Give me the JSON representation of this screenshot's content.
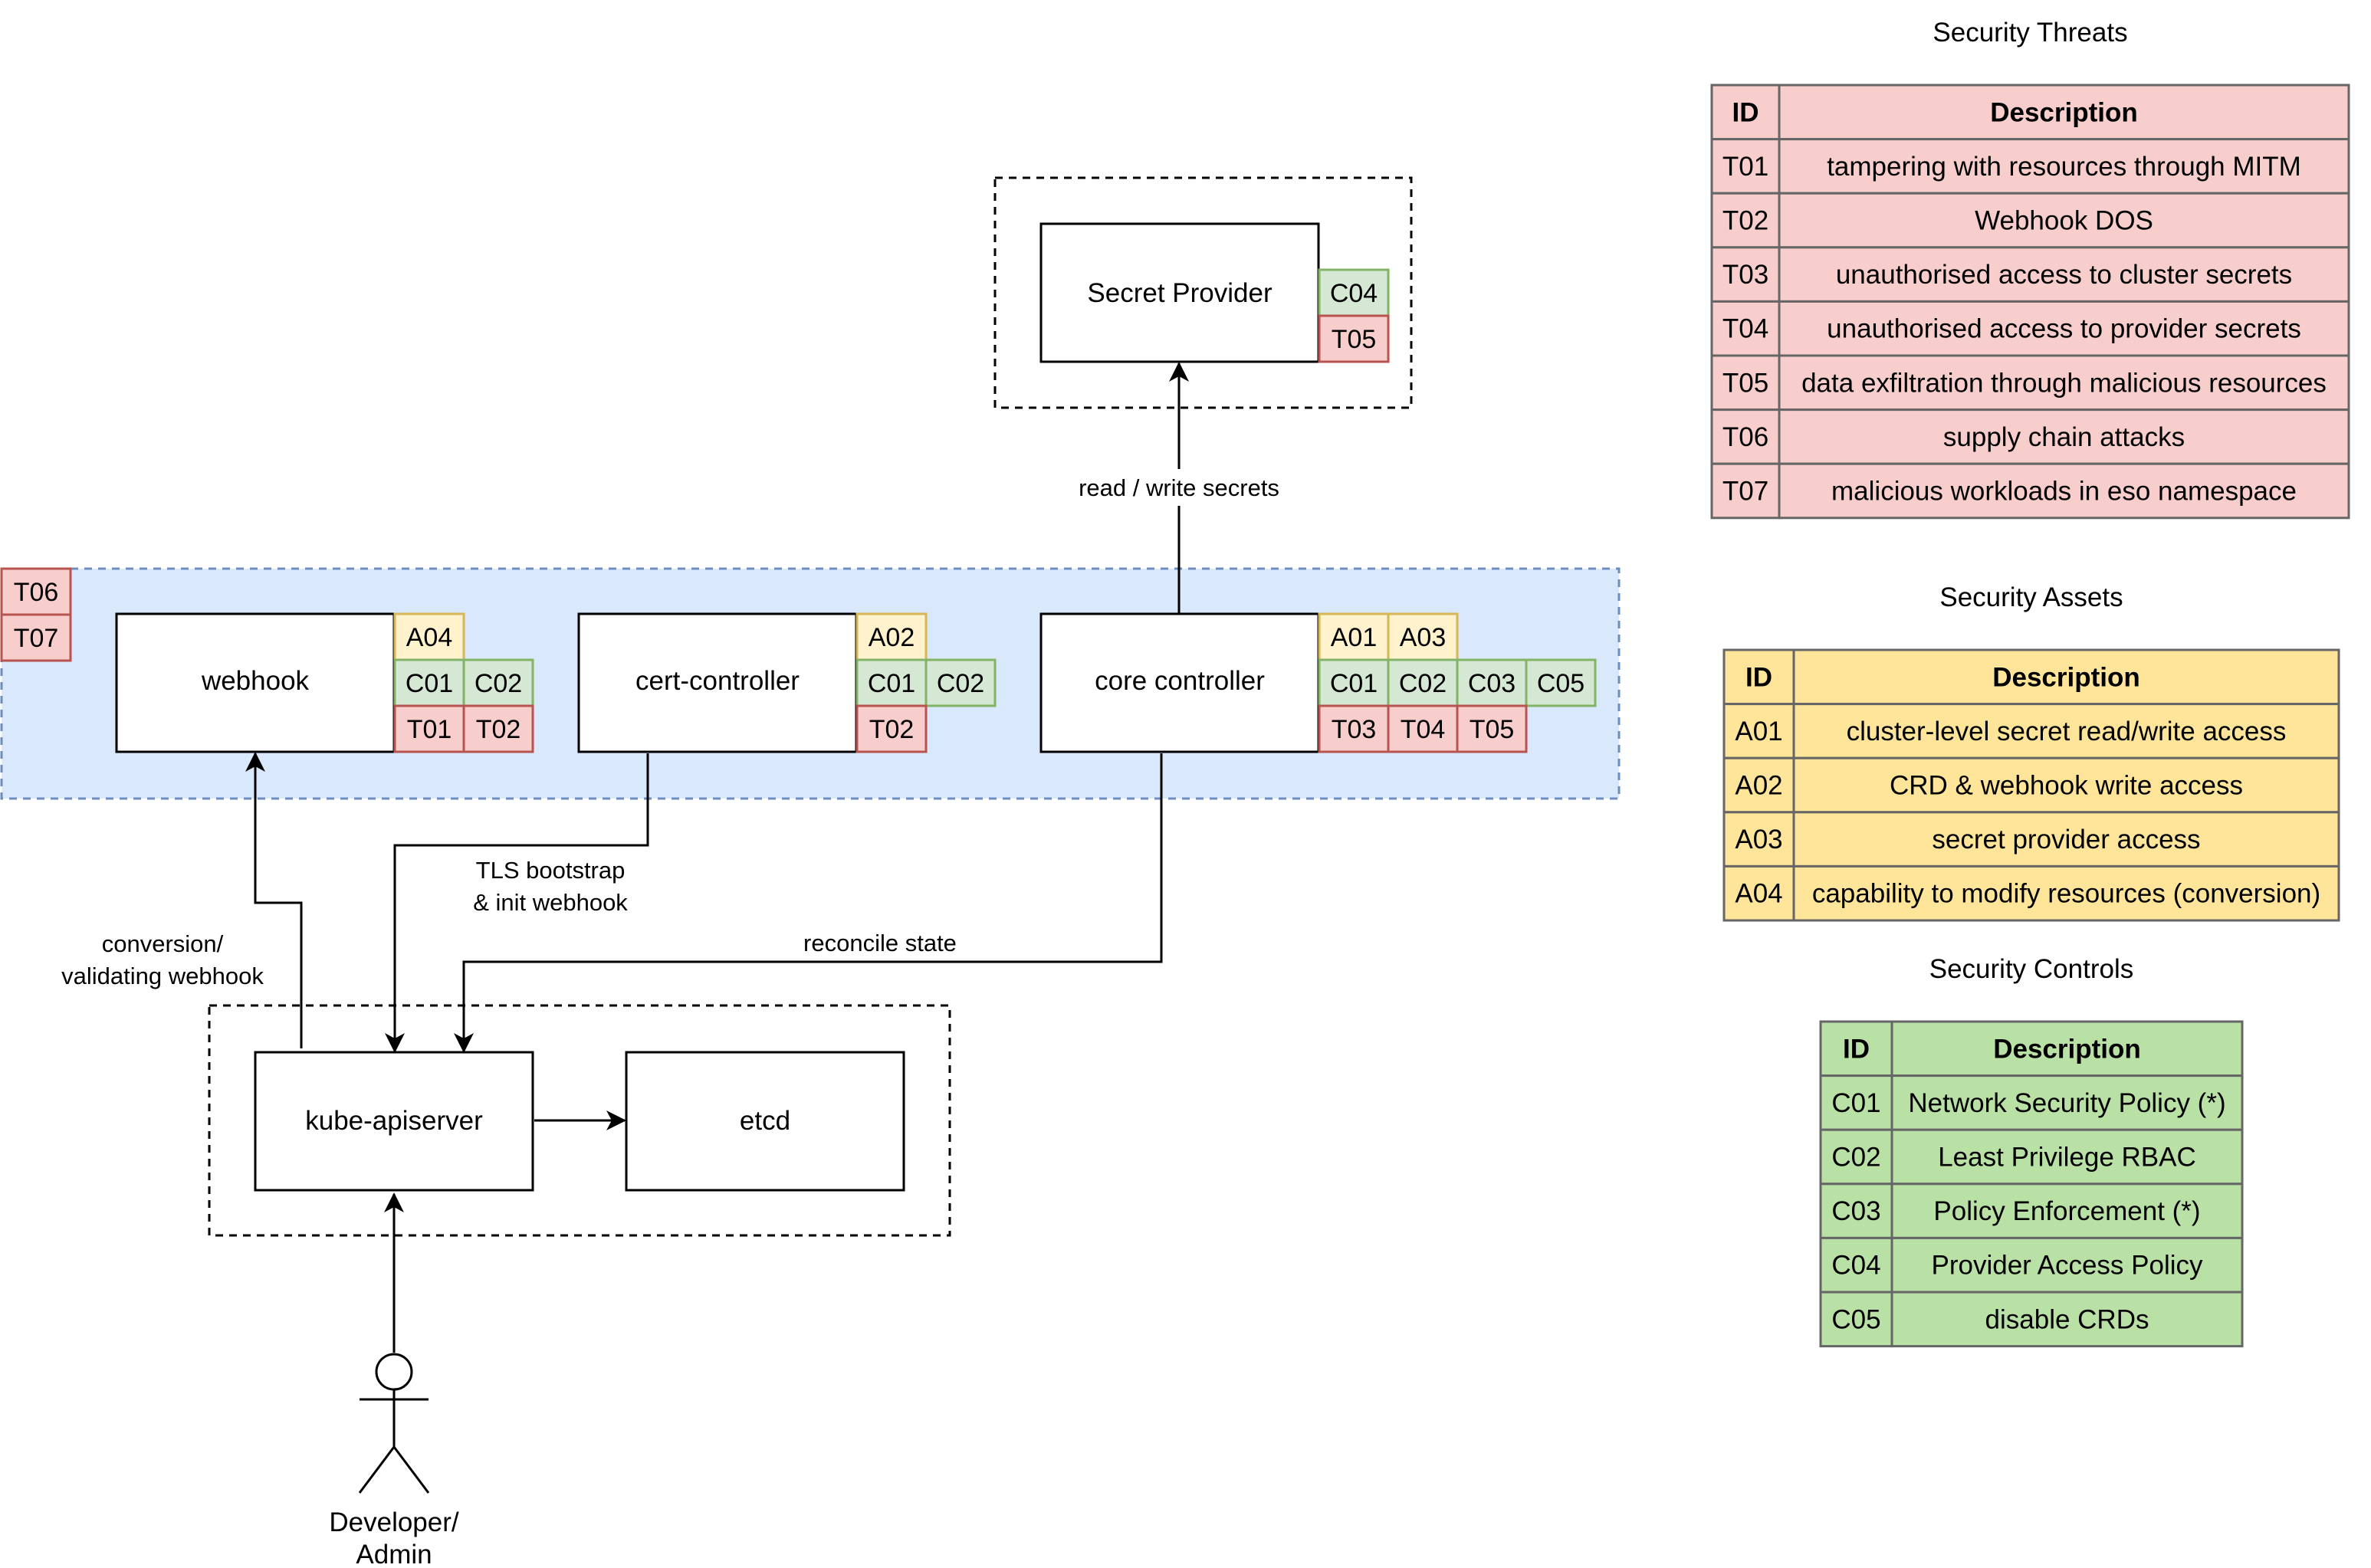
{
  "colors": {
    "threat_fill": "#f8cecc",
    "threat_stroke": "#b85450",
    "asset_fill": "#fff2cc",
    "asset_stroke": "#d6b656",
    "control_fill": "#d5e8d4",
    "control_stroke": "#82b366",
    "zone_fill": "#dae8fc",
    "zone_stroke": "#6c8ebf",
    "threat_table_fill": "#f8cecc",
    "threat_table_stroke": "#666666",
    "asset_table_fill": "#ffe599",
    "asset_table_stroke": "#666666",
    "control_table_fill": "#b9e0a5",
    "control_table_stroke": "#666666"
  },
  "nodes": {
    "secret_provider": "Secret Provider",
    "webhook": "webhook",
    "cert_controller": "cert-controller",
    "core_controller": "core controller",
    "kube_apiserver": "kube-apiserver",
    "etcd": "etcd",
    "actor_line1": "Developer/",
    "actor_line2": "Admin"
  },
  "edges": {
    "read_write": "read / write secrets",
    "tls_line1": "TLS bootstrap",
    "tls_line2": "& init webhook",
    "reconcile": "reconcile state",
    "conversion_line1": "conversion/",
    "conversion_line2": "validating webhook"
  },
  "tags": {
    "provider": [
      "C04",
      "T05"
    ],
    "namespace": [
      "T06",
      "T07"
    ],
    "webhook": [
      "A04",
      "C01",
      "C02",
      "T01",
      "T02"
    ],
    "cert_controller": [
      "A02",
      "C01",
      "C02",
      "T02"
    ],
    "core_controller": [
      "A01",
      "A03",
      "C01",
      "C02",
      "C03",
      "C05",
      "T03",
      "T04",
      "T05"
    ]
  },
  "tables": {
    "threats": {
      "title": "Security Threats",
      "header": [
        "ID",
        "Description"
      ],
      "rows": [
        [
          "T01",
          "tampering with resources through MITM"
        ],
        [
          "T02",
          "Webhook DOS"
        ],
        [
          "T03",
          "unauthorised access to cluster secrets"
        ],
        [
          "T04",
          "unauthorised access to provider secrets"
        ],
        [
          "T05",
          "data exfiltration through malicious resources"
        ],
        [
          "T06",
          "supply chain attacks"
        ],
        [
          "T07",
          "malicious workloads in eso namespace"
        ]
      ]
    },
    "assets": {
      "title": "Security Assets",
      "header": [
        "ID",
        "Description"
      ],
      "rows": [
        [
          "A01",
          "cluster-level secret read/write access"
        ],
        [
          "A02",
          "CRD & webhook write access"
        ],
        [
          "A03",
          "secret provider access"
        ],
        [
          "A04",
          "capability to modify resources (conversion)"
        ]
      ]
    },
    "controls": {
      "title": "Security Controls",
      "header": [
        "ID",
        "Description"
      ],
      "rows": [
        [
          "C01",
          "Network Security Policy (*)"
        ],
        [
          "C02",
          "Least Privilege RBAC"
        ],
        [
          "C03",
          "Policy Enforcement (*)"
        ],
        [
          "C04",
          "Provider Access Policy"
        ],
        [
          "C05",
          "disable CRDs"
        ]
      ]
    }
  }
}
